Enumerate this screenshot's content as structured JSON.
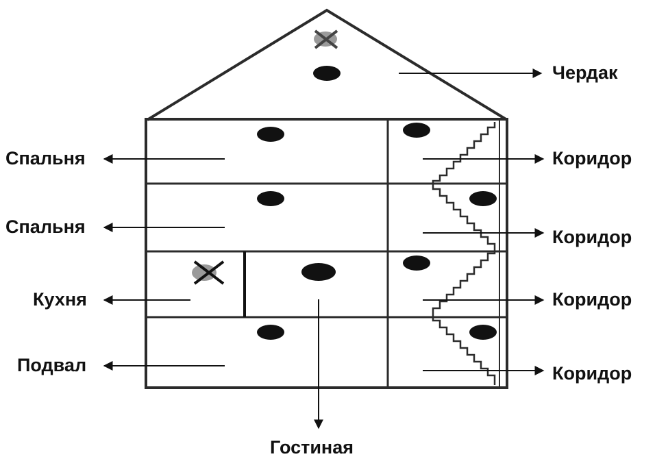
{
  "colors": {
    "line": "#2b2b2b",
    "ink": "#111111",
    "detector": "#111111",
    "disabled_mark_bg": "#9a9a9a"
  },
  "labels": {
    "attic": "Чердак",
    "bedroom_top": "Спальня",
    "bedroom_second": "Спальня",
    "kitchen": "Кухня",
    "basement": "Подвал",
    "living_room": "Гостиная",
    "corridor_1": "Коридор",
    "corridor_2": "Коридор",
    "corridor_3": "Коридор",
    "corridor_4": "Коридор"
  },
  "icons": {
    "smoke_detector": "filled-black-oval",
    "no_detector": "cross-mark-x"
  }
}
